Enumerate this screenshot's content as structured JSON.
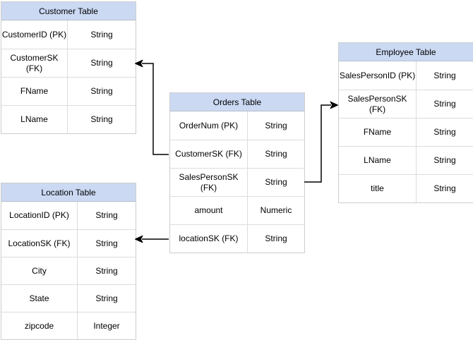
{
  "diagram": {
    "tables": {
      "customer": {
        "title": "Customer Table",
        "rows": [
          {
            "field": "CustomerID (PK)",
            "type": "String"
          },
          {
            "field": "CustomerSK (FK)",
            "type": "String"
          },
          {
            "field": "FName",
            "type": "String"
          },
          {
            "field": "LName",
            "type": "String"
          }
        ]
      },
      "orders": {
        "title": "Orders Table",
        "rows": [
          {
            "field": "OrderNum (PK)",
            "type": "String"
          },
          {
            "field": "CustomerSK (FK)",
            "type": "String"
          },
          {
            "field": "SalesPersonSK (FK)",
            "type": "String"
          },
          {
            "field": "amount",
            "type": "Numeric"
          },
          {
            "field": "locationSK (FK)",
            "type": "String"
          }
        ]
      },
      "employee": {
        "title": "Employee Table",
        "rows": [
          {
            "field": "SalesPersonID (PK)",
            "type": "String"
          },
          {
            "field": "SalesPersonSK (FK)",
            "type": "String"
          },
          {
            "field": "FName",
            "type": "String"
          },
          {
            "field": "LName",
            "type": "String"
          },
          {
            "field": "title",
            "type": "String"
          }
        ]
      },
      "location": {
        "title": "Location Table",
        "rows": [
          {
            "field": "LocationID (PK)",
            "type": "String"
          },
          {
            "field": "LocationSK (FK)",
            "type": "String"
          },
          {
            "field": "City",
            "type": "String"
          },
          {
            "field": "State",
            "type": "String"
          },
          {
            "field": "zipcode",
            "type": "Integer"
          }
        ]
      }
    },
    "relationships": [
      {
        "from": "Orders Table.CustomerSK (FK)",
        "to": "Customer Table.CustomerSK (FK)"
      },
      {
        "from": "Orders Table.SalesPersonSK (FK)",
        "to": "Employee Table.SalesPersonSK (FK)"
      },
      {
        "from": "Orders Table.locationSK (FK)",
        "to": "Location Table.LocationSK (FK)"
      }
    ],
    "colors": {
      "header_fill": "#CBD9F3",
      "header_border": "#B6BECB",
      "table_border": "#CDCDCD",
      "row_divider": "#DCDCDC",
      "connector": "#000000",
      "background": "#FFFFFF",
      "text": "#000000"
    }
  }
}
